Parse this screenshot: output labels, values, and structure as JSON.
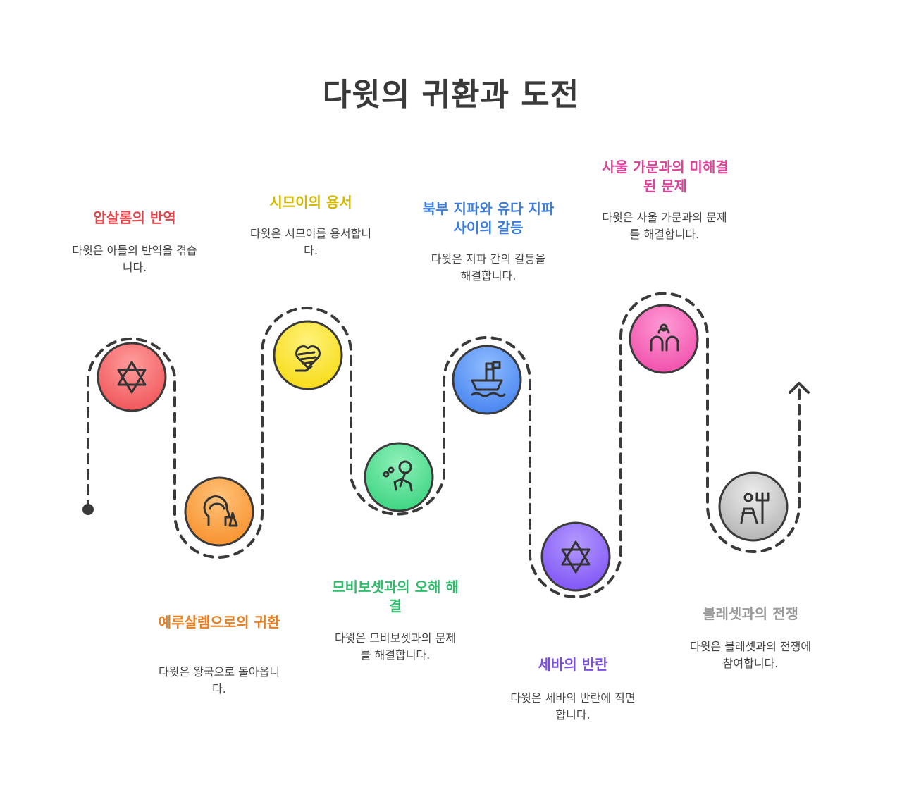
{
  "title": "다윗의 귀환과 도전",
  "steps": [
    {
      "title": "압살롬의 반역",
      "description": "다윗은 아들의 반역을 겪습니다.",
      "color": "#e2464a",
      "icon": "star-of-david-icon"
    },
    {
      "title": "예루살렘으로의 귀환",
      "description": "다윗은 왕국으로 돌아옵니다.",
      "color": "#e67e22",
      "icon": "return-head-icon"
    },
    {
      "title": "시므이의 용서",
      "description": "다윗은 시므이를 용서합니다.",
      "color": "#d4b800",
      "icon": "heart-hand-icon"
    },
    {
      "title": "므비보셋과의 오해 해결",
      "description": "다윗은 므비보셋과의 문제를 해결합니다.",
      "color": "#2ebd6b",
      "icon": "hand-flower-icon"
    },
    {
      "title": "북부 지파와 유다 지파 사이의 갈등",
      "description": "다윗은 지파 간의 갈등을 해결합니다.",
      "color": "#3b7de0",
      "icon": "ship-flags-icon"
    },
    {
      "title": "세바의 반란",
      "description": "다윗은 세바의 반란에 직면합니다.",
      "color": "#7a4fe0",
      "icon": "star-of-david-icon"
    },
    {
      "title": "사울 가문과의 미해결된 문제",
      "description": "다윗은 사울 가문과의 문제를 해결합니다.",
      "color": "#e0409a",
      "icon": "family-icon"
    },
    {
      "title": "블레셋과의 전쟁",
      "description": "다윗은 블레셋과의 전쟁에 참여합니다.",
      "color": "#9a9a9a",
      "icon": "warrior-trident-icon"
    }
  ]
}
